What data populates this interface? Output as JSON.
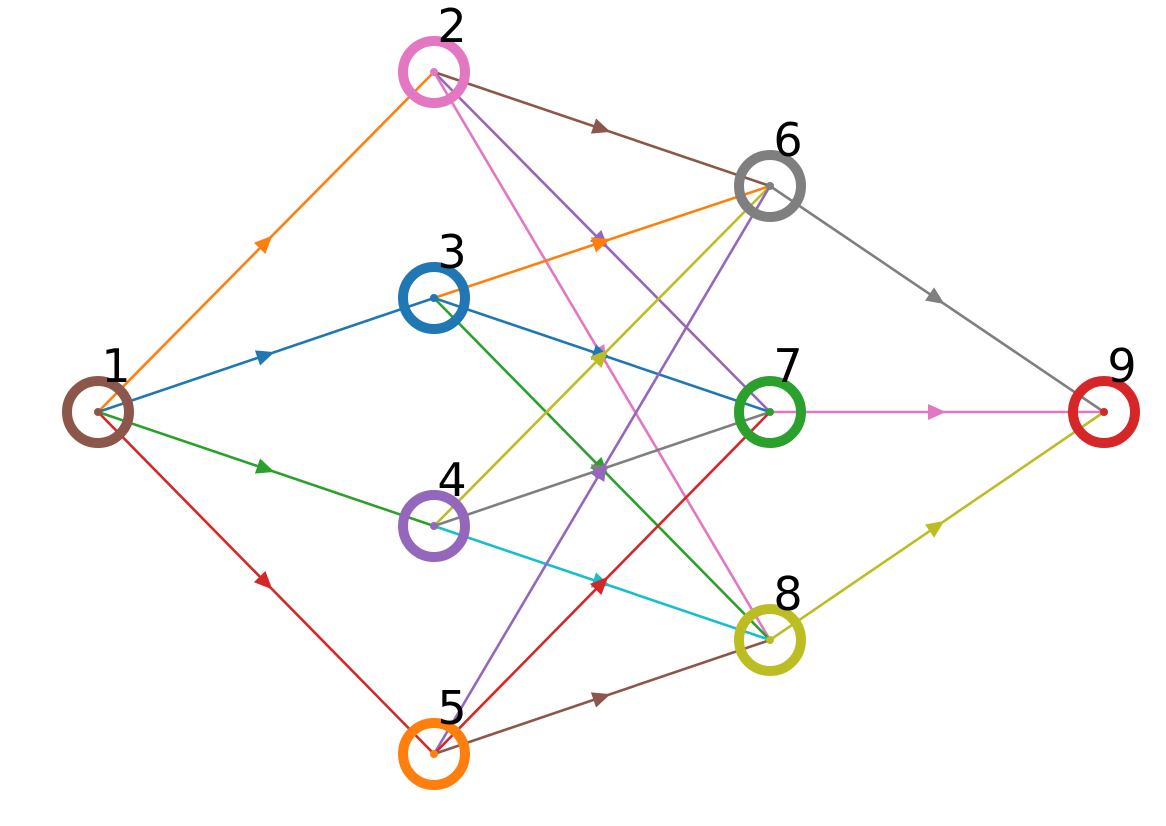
{
  "graph": {
    "nodes": [
      {
        "id": "1",
        "label": "1",
        "color": "#8c564b",
        "layer": 0,
        "row": 2
      },
      {
        "id": "2",
        "label": "2",
        "color": "#e377c2",
        "layer": 1,
        "row": 0
      },
      {
        "id": "3",
        "label": "3",
        "color": "#1f77b4",
        "layer": 1,
        "row": 1
      },
      {
        "id": "4",
        "label": "4",
        "color": "#9467bd",
        "layer": 1,
        "row": 2
      },
      {
        "id": "5",
        "label": "5",
        "color": "#ff7f0e",
        "layer": 1,
        "row": 3
      },
      {
        "id": "6",
        "label": "6",
        "color": "#7f7f7f",
        "layer": 2,
        "row": 0
      },
      {
        "id": "7",
        "label": "7",
        "color": "#2ca02c",
        "layer": 2,
        "row": 1
      },
      {
        "id": "8",
        "label": "8",
        "color": "#bcbd22",
        "layer": 2,
        "row": 2
      },
      {
        "id": "9",
        "label": "9",
        "color": "#d62728",
        "layer": 3,
        "row": 0
      }
    ],
    "edges": [
      {
        "from": "1",
        "to": "2",
        "color": "#ff7f0e"
      },
      {
        "from": "1",
        "to": "3",
        "color": "#1f77b4"
      },
      {
        "from": "1",
        "to": "4",
        "color": "#2ca02c"
      },
      {
        "from": "1",
        "to": "5",
        "color": "#d62728"
      },
      {
        "from": "2",
        "to": "6",
        "color": "#8c564b"
      },
      {
        "from": "2",
        "to": "7",
        "color": "#9467bd"
      },
      {
        "from": "2",
        "to": "8",
        "color": "#e377c2"
      },
      {
        "from": "3",
        "to": "6",
        "color": "#ff7f0e"
      },
      {
        "from": "3",
        "to": "7",
        "color": "#1f77b4"
      },
      {
        "from": "3",
        "to": "8",
        "color": "#2ca02c"
      },
      {
        "from": "4",
        "to": "6",
        "color": "#bcbd22"
      },
      {
        "from": "4",
        "to": "7",
        "color": "#7f7f7f"
      },
      {
        "from": "4",
        "to": "8",
        "color": "#17becf"
      },
      {
        "from": "5",
        "to": "6",
        "color": "#9467bd"
      },
      {
        "from": "5",
        "to": "7",
        "color": "#d62728"
      },
      {
        "from": "5",
        "to": "8",
        "color": "#8c564b"
      },
      {
        "from": "6",
        "to": "9",
        "color": "#7f7f7f"
      },
      {
        "from": "7",
        "to": "9",
        "color": "#e377c2"
      },
      {
        "from": "8",
        "to": "9",
        "color": "#bcbd22"
      }
    ]
  }
}
